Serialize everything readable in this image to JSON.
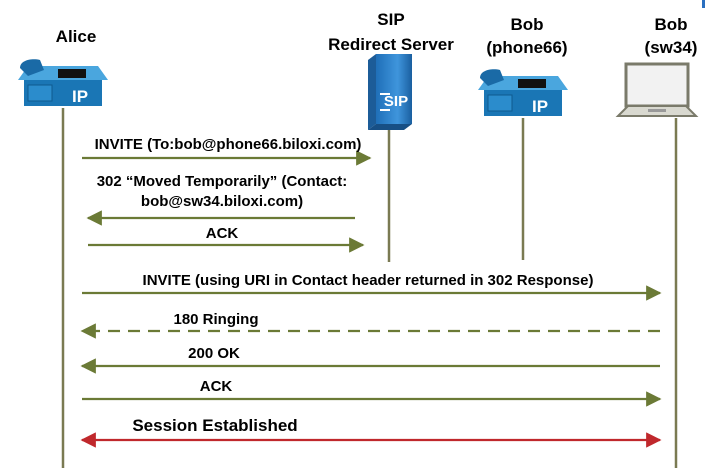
{
  "colors": {
    "lifeline": "#7a7a52",
    "arrow": "#6b7a36",
    "session_arrow": "#c0282c",
    "phone_blue": "#1f86c8",
    "server_blue": "#2f80c9"
  },
  "participants": [
    {
      "id": "alice",
      "lines": [
        "Alice"
      ],
      "icon": "ip-phone-icon",
      "icon_text": "IP"
    },
    {
      "id": "redirect",
      "lines": [
        "SIP",
        "Redirect Server"
      ],
      "icon": "sip-server-icon",
      "icon_text": "SIP"
    },
    {
      "id": "bob-phone",
      "lines": [
        "Bob",
        "(phone66)"
      ],
      "icon": "ip-phone-icon",
      "icon_text": "IP"
    },
    {
      "id": "bob-sw",
      "lines": [
        "Bob",
        "(sw34)"
      ],
      "icon": "laptop-icon",
      "icon_text": ""
    }
  ],
  "messages": [
    {
      "id": "invite-1",
      "from": "alice",
      "to": "redirect",
      "style": "solid",
      "lines": [
        "INVITE (To:bob@phone66.biloxi.com)"
      ]
    },
    {
      "id": "moved-302",
      "from": "redirect",
      "to": "alice",
      "style": "solid",
      "lines": [
        "302 “Moved Temporarily” (Contact:",
        "bob@sw34.biloxi.com)"
      ]
    },
    {
      "id": "ack-1",
      "from": "alice",
      "to": "redirect",
      "style": "solid",
      "lines": [
        "ACK"
      ]
    },
    {
      "id": "invite-2",
      "from": "alice",
      "to": "bob-sw",
      "style": "solid",
      "lines": [
        "INVITE (using URI in Contact header returned in 302 Response)"
      ]
    },
    {
      "id": "ringing-180",
      "from": "bob-sw",
      "to": "alice",
      "style": "dashed",
      "lines": [
        "180 Ringing"
      ]
    },
    {
      "id": "ok-200",
      "from": "bob-sw",
      "to": "alice",
      "style": "solid",
      "lines": [
        "200 OK"
      ]
    },
    {
      "id": "ack-2",
      "from": "alice",
      "to": "bob-sw",
      "style": "solid",
      "lines": [
        "ACK"
      ]
    },
    {
      "id": "session",
      "from": "alice",
      "to": "bob-sw",
      "style": "double",
      "lines": [
        "Session Established"
      ]
    }
  ]
}
